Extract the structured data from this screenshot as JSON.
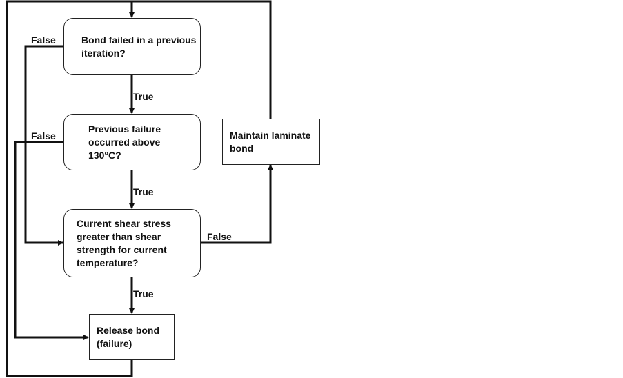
{
  "nodes": {
    "bond_failed": "Bond failed in a previous iteration?",
    "previous_failure": "Previous failure occurred above 130°C?",
    "shear_stress": "Current shear stress greater than shear strength for current temperature?",
    "release_bond": "Release bond (failure)",
    "maintain_bond": "Maintain laminate bond"
  },
  "edges": {
    "false1": "False",
    "false2": "False",
    "false3": "False",
    "true1": "True",
    "true2": "True",
    "true3": "True"
  }
}
